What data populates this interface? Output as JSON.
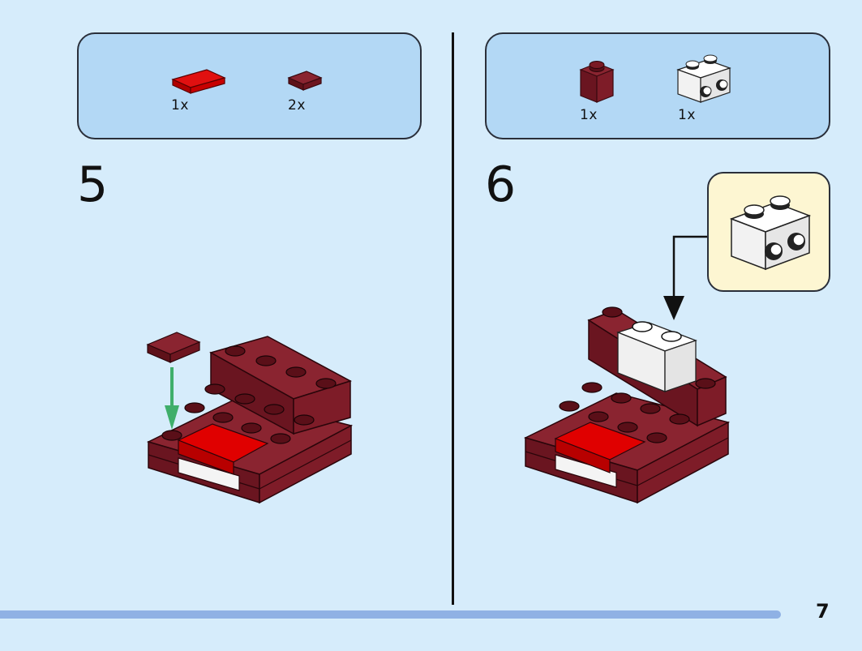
{
  "step5": {
    "number": "5",
    "parts": [
      {
        "name": "red-tile-1x2-icon",
        "qty": "1x",
        "color": "#d70000"
      },
      {
        "name": "dark-red-tile-1x1-icon",
        "qty": "2x",
        "color": "#7a1a24"
      }
    ]
  },
  "step6": {
    "number": "6",
    "parts": [
      {
        "name": "dark-red-brick-1x1-icon",
        "qty": "1x",
        "color": "#7a1a24"
      },
      {
        "name": "white-brick-side-studs-icon",
        "qty": "1x",
        "color": "#ffffff"
      }
    ]
  },
  "page_number": "7",
  "colors": {
    "background": "#d6ecfb",
    "parts_box": "#b3d8f5",
    "callout": "#fdf6d2",
    "dark_red": "#7a1a24",
    "bright_red": "#d70000",
    "arrow_green": "#3fae6a",
    "progress_bar": "#8fb1e4"
  }
}
